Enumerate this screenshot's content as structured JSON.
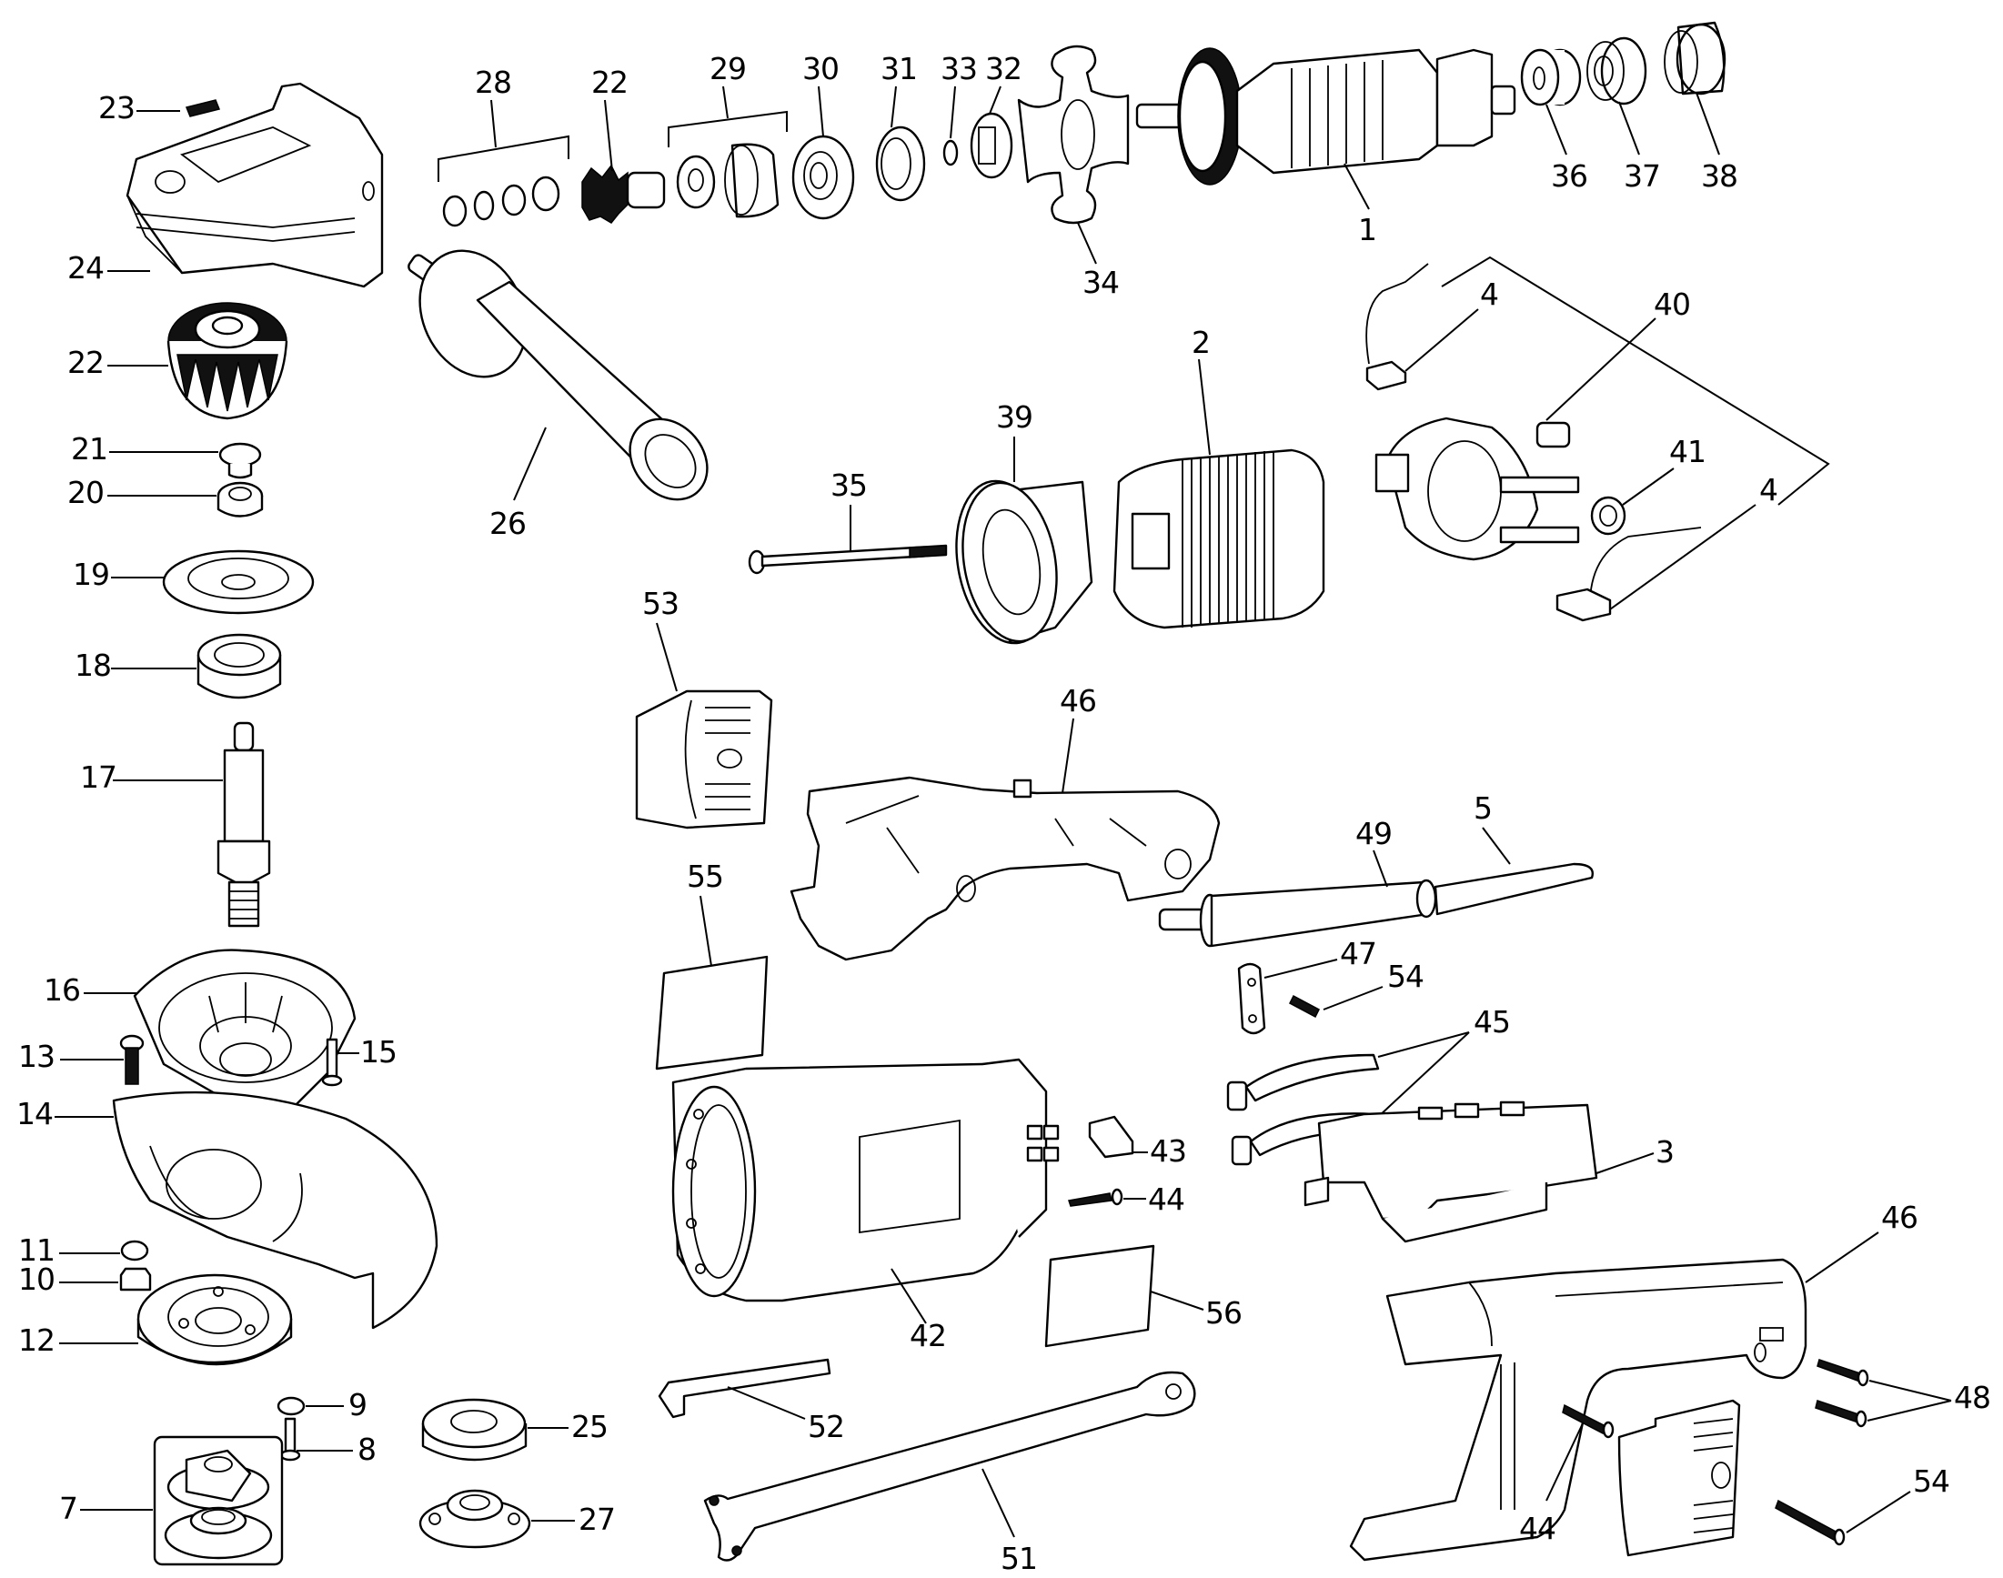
{
  "title": "Angle grinder exploded parts diagram",
  "callouts": {
    "c23": "23",
    "c24": "24",
    "c22a": "22",
    "c21": "21",
    "c20": "20",
    "c19": "19",
    "c18": "18",
    "c17": "17",
    "c16": "16",
    "c13": "13",
    "c15": "15",
    "c14": "14",
    "c11": "11",
    "c10": "10",
    "c12": "12",
    "c9": "9",
    "c8": "8",
    "c7": "7",
    "c25": "25",
    "c27": "27",
    "c28": "28",
    "c22b": "22",
    "c29": "29",
    "c30": "30",
    "c31": "31",
    "c33": "33",
    "c32": "32",
    "c34": "34",
    "c1": "1",
    "c36": "36",
    "c37": "37",
    "c38": "38",
    "c26": "26",
    "c35": "35",
    "c39": "39",
    "c2": "2",
    "c4a": "4",
    "c40": "40",
    "c41": "41",
    "c4b": "4",
    "c53": "53",
    "c46a": "46",
    "c55": "55",
    "c49": "49",
    "c5": "5",
    "c47": "47",
    "c54a": "54",
    "c45": "45",
    "c43": "43",
    "c44a": "44",
    "c3": "3",
    "c42": "42",
    "c56": "56",
    "c46b": "46",
    "c48": "48",
    "c52": "52",
    "c51": "51",
    "c44b": "44",
    "c54b": "54"
  }
}
